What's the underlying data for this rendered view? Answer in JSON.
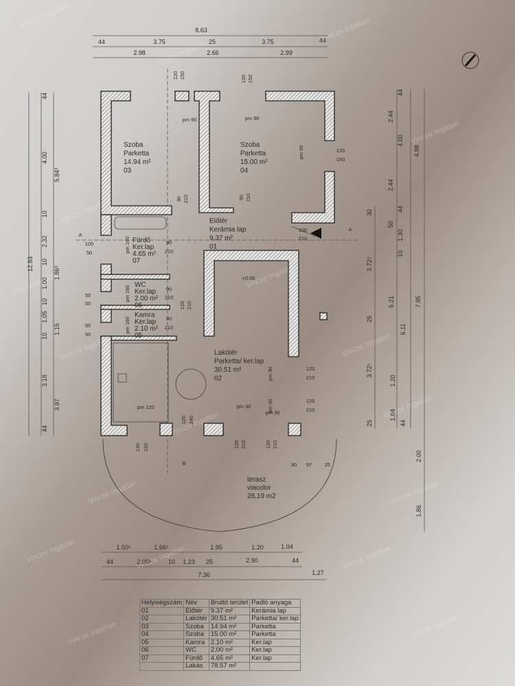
{
  "watermark": "Vincze Ingatlan",
  "dimensions": {
    "top": [
      "8.63",
      "44",
      "3.75",
      "25",
      "3.75",
      "44",
      "2.98",
      "2.66",
      "2.99"
    ],
    "bottom": [
      "1.50⁵",
      "1.66⁵",
      "1.95",
      "1.20",
      "1.04",
      "44",
      "2.00⁵",
      "10",
      "1.23",
      "25",
      "2.90",
      "44",
      "7.36",
      "1.27"
    ],
    "left": [
      "12.83",
      "44",
      "4.00",
      "10",
      "2.32",
      "10",
      "1.00",
      "10",
      "1.05",
      "10",
      "3.18",
      "44",
      "5.84³",
      "1.86³",
      "1.15",
      "3.97"
    ],
    "right": [
      "30",
      "3.72⁵",
      "25",
      "3.72⁵",
      "25",
      "2.44",
      "2.44",
      "50",
      "5.21",
      "1.20",
      "1.04",
      "44",
      "4.00",
      "44",
      "1.30",
      "10",
      "6.11",
      "44",
      "4.88",
      "7.95",
      "2.00",
      "1.86"
    ]
  },
  "annotations": [
    "120",
    "150",
    "120",
    "150",
    "pm 90",
    "pm 90",
    "pm 90",
    "120",
    "150",
    "90",
    "210",
    "90",
    "210",
    "100",
    "210",
    "A",
    "A",
    "100",
    "50",
    "pm 160",
    "90",
    "210",
    "50",
    "50",
    "pm 160",
    "90",
    "210",
    "120",
    "210",
    "50",
    "50",
    "pm 160",
    "90",
    "210",
    "+0.58",
    "pm 30",
    "120",
    "210",
    "pm 30",
    "120",
    "210",
    "pm 30",
    "pm 30",
    "pm 120",
    "120",
    "240",
    "120",
    "120",
    "120",
    "210",
    "120",
    "210",
    "B",
    "30",
    "97",
    "25"
  ],
  "rooms": [
    {
      "name": "Szoba",
      "floor": "Parketta",
      "area": "14.94 m²",
      "number": "03"
    },
    {
      "name": "Szoba",
      "floor": "Parketta",
      "area": "15.00 m²",
      "number": "04"
    },
    {
      "name": "Előtér",
      "floor": "Kerámia lap",
      "area": "9.37 m²",
      "number": "01"
    },
    {
      "name": "Fürdő",
      "floor": "Ker.lap",
      "area": "4.65 m²",
      "number": "07"
    },
    {
      "name": "WC",
      "floor": "Ker.lap",
      "area": "2.00 m²",
      "number": "06"
    },
    {
      "name": "Kamra",
      "floor": "Ker.lap",
      "area": "2.10 m²",
      "number": "05"
    },
    {
      "name": "Lakótér",
      "floor": "Parketta/ ker.lap",
      "area": "30.51 m²",
      "number": "02"
    }
  ],
  "terrace": {
    "name": "terasz",
    "floor": "viacolor",
    "area": "28,19 m2"
  },
  "table": {
    "headers": [
      "Helyiségszám",
      "Név",
      "Bruttó terület",
      "Padló anyaga"
    ],
    "rows": [
      [
        "01",
        "Előtér",
        "9.37 m²",
        "Kerámia lap"
      ],
      [
        "02",
        "Lakótér",
        "30.51 m²",
        "Parketta/ ker.lap"
      ],
      [
        "03",
        "Szoba",
        "14.94 m²",
        "Parketta"
      ],
      [
        "04",
        "Szoba",
        "15.00 m²",
        "Parketta"
      ],
      [
        "05",
        "Kamra",
        "2.10 m²",
        "Ker.lap"
      ],
      [
        "06",
        "WC",
        "2.00 m²",
        "Ker.lap"
      ],
      [
        "07",
        "Fürdő",
        "4.65 m²",
        "Ker.lap"
      ],
      [
        "",
        "Lakás",
        "78.57 m²",
        ""
      ]
    ]
  }
}
